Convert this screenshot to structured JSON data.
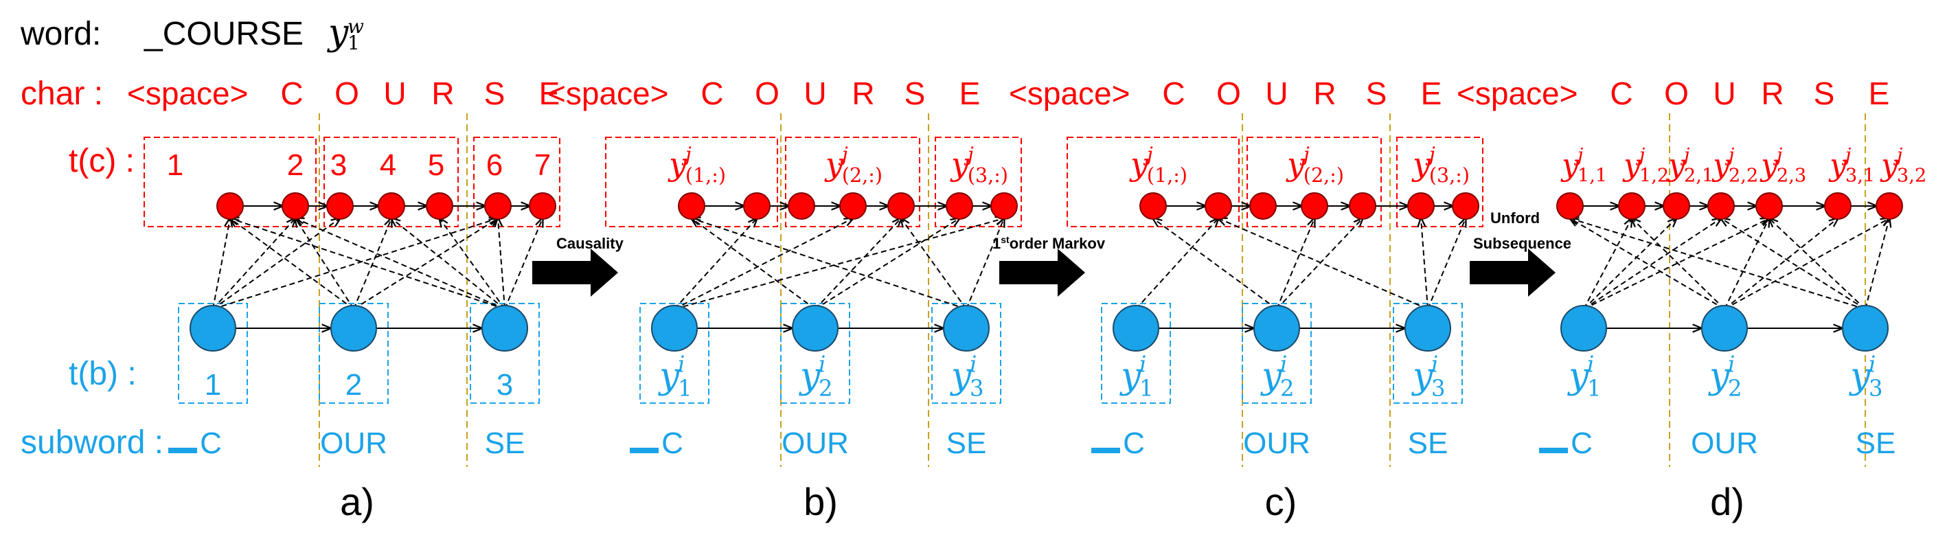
{
  "header": {
    "word_label": "word:",
    "word_value": "_COURSE",
    "word_sym": "y",
    "word_sym_sub": "1",
    "word_sym_sup": "w",
    "char_label": "char :",
    "tc_label": "t(c) :",
    "tb_label": "t(b) :",
    "subword_label": "subword :"
  },
  "chars": [
    "<space>",
    "C",
    "O",
    "U",
    "R",
    "S",
    "E"
  ],
  "subwords": [
    "C",
    "OUR",
    "SE"
  ],
  "panel_a": {
    "caption": "a)",
    "tc_numbers": [
      "1",
      "2",
      "3",
      "4",
      "5",
      "6",
      "7"
    ],
    "tb_numbers": [
      "1",
      "2",
      "3"
    ]
  },
  "panel_b": {
    "caption": "b)",
    "group_labels": [
      {
        "base": "y",
        "sup": "j",
        "sub": "(1,:)"
      },
      {
        "base": "y",
        "sup": "j",
        "sub": "(2,:)"
      },
      {
        "base": "y",
        "sup": "j",
        "sub": "(3,:)"
      }
    ],
    "tb_labels": [
      {
        "base": "y",
        "sup": "i",
        "sub": "1"
      },
      {
        "base": "y",
        "sup": "i",
        "sub": "2"
      },
      {
        "base": "y",
        "sup": "i",
        "sub": "3"
      }
    ]
  },
  "panel_c": {
    "caption": "c)",
    "group_labels": [
      {
        "base": "y",
        "sup": "j",
        "sub": "(1,:)"
      },
      {
        "base": "y",
        "sup": "j",
        "sub": "(2,:)"
      },
      {
        "base": "y",
        "sup": "j",
        "sub": "(3,:)"
      }
    ],
    "tb_labels": [
      {
        "base": "y",
        "sup": "i",
        "sub": "1"
      },
      {
        "base": "y",
        "sup": "i",
        "sub": "2"
      },
      {
        "base": "y",
        "sup": "i",
        "sub": "3"
      }
    ]
  },
  "panel_d": {
    "caption": "d)",
    "tc_labels": [
      {
        "base": "y",
        "sup": "j",
        "sub": "1,1"
      },
      {
        "base": "y",
        "sup": "j",
        "sub": "1,2"
      },
      {
        "base": "y",
        "sup": "j",
        "sub": "2,1"
      },
      {
        "base": "y",
        "sup": "j",
        "sub": "2,2"
      },
      {
        "base": "y",
        "sup": "j",
        "sub": "2,3"
      },
      {
        "base": "y",
        "sup": "j",
        "sub": "3,1"
      },
      {
        "base": "y",
        "sup": "j",
        "sub": "3,2"
      }
    ],
    "tb_labels": [
      {
        "base": "y",
        "sup": "i",
        "sub": "1"
      },
      {
        "base": "y",
        "sup": "i",
        "sub": "2"
      },
      {
        "base": "y",
        "sup": "i",
        "sub": "3"
      }
    ]
  },
  "arrows": [
    {
      "label_lines": [
        "Causality"
      ]
    },
    {
      "label_lines": [
        "1st order Markov"
      ],
      "sup_part": "st",
      "prefix": "1",
      "rest": "order Markov"
    },
    {
      "label_lines": [
        "Unford",
        "Subsequence"
      ]
    }
  ],
  "colors": {
    "char": "#ff0000",
    "subword": "#1aa3e8",
    "char_node_stroke": "#800000",
    "subword_node_stroke": "#1a4a6a",
    "divider": "#c8a020",
    "dash": "#000000"
  }
}
